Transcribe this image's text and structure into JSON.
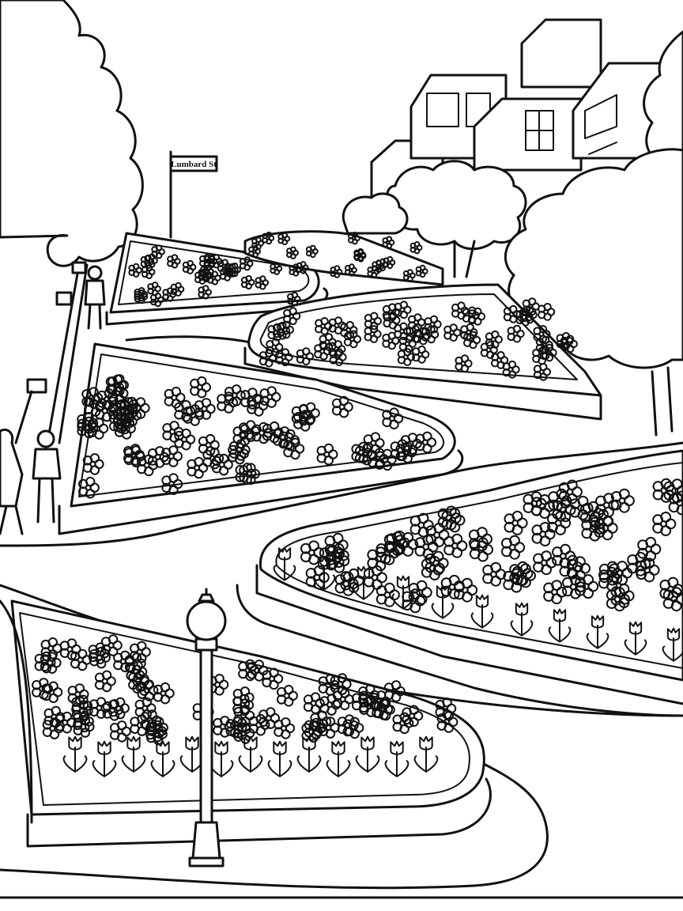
{
  "scene": {
    "street_sign": {
      "text": "Lumbard St"
    },
    "colors": {
      "ink": "#111111",
      "paper": "#ffffff"
    },
    "elements": [
      "trees",
      "buildings",
      "street-sign",
      "winding-road",
      "flower-beds",
      "tulips",
      "lamp-post",
      "pedestrians",
      "railing"
    ]
  }
}
